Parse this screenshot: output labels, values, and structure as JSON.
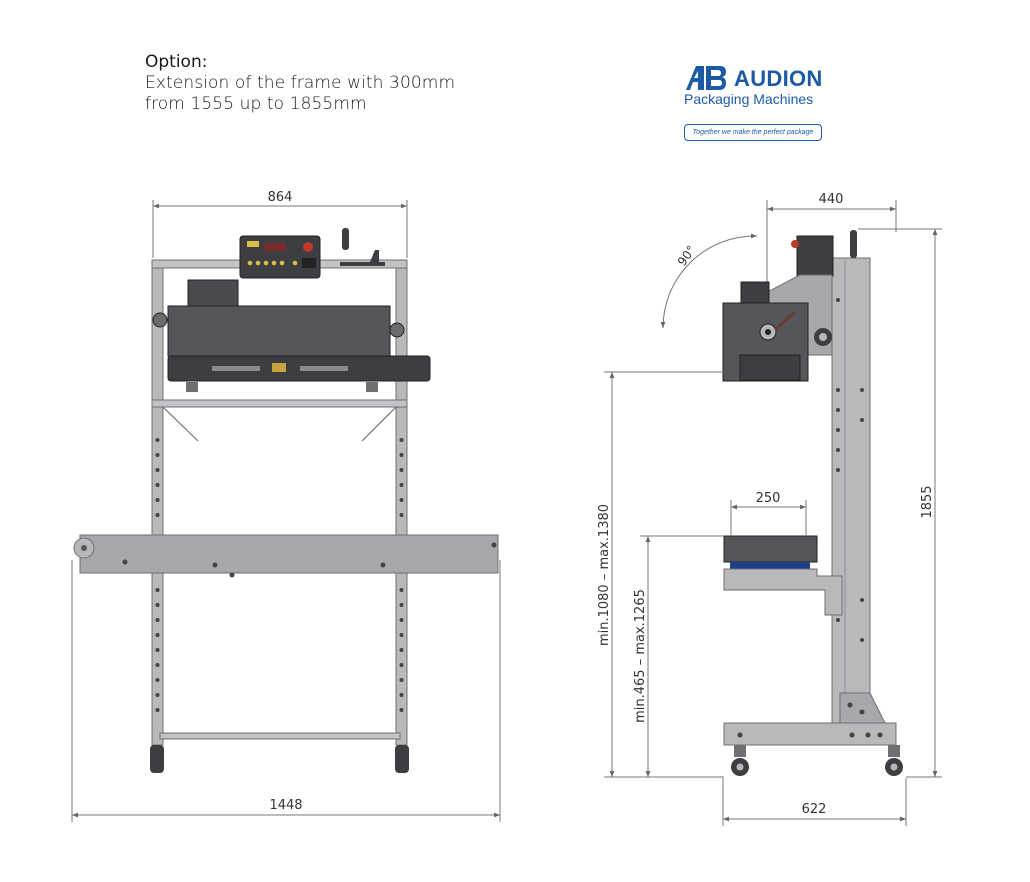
{
  "option": {
    "heading": "Option:",
    "line1": "Extension of the frame with 300mm",
    "line2": "from 1555 up to 1855mm"
  },
  "logo": {
    "brand": "AUDION",
    "subtitle": "Packaging Machines",
    "tagline": "Together we make the perfect package",
    "color": "#1d5aa6"
  },
  "dimensions": {
    "front_width": "864",
    "front_total_width": "1448",
    "side_depth_top": "440",
    "side_tray_width": "250",
    "side_height": "1855",
    "side_base_width": "622",
    "side_angle": "90°",
    "height_range_head": "min.1080  –  max.1380",
    "height_range_tray": "min.465  –  max.1265"
  },
  "colors": {
    "machine_body": "#55565a",
    "machine_dark": "#3d3e42",
    "frame": "#b9b9bb",
    "conveyor": "#a7a8ab",
    "dimension_line": "#666666"
  }
}
